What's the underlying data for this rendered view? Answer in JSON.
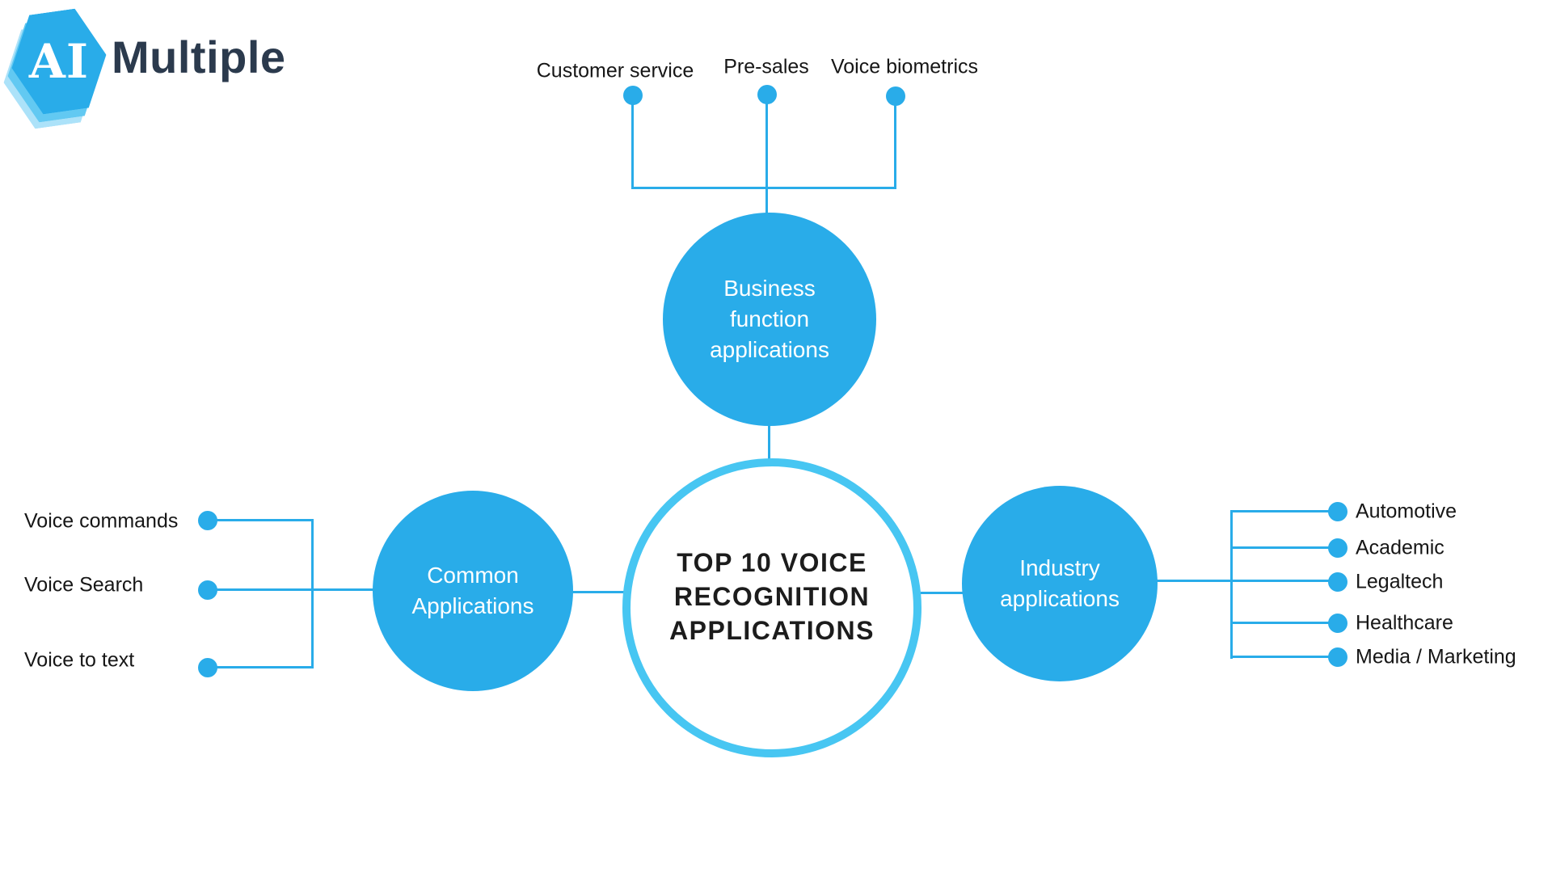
{
  "colors": {
    "primary": "#29ACE9",
    "ring": "#47C6F2",
    "navy": "#2B3A4D",
    "label": "#161616"
  },
  "logo": {
    "ai": "AI",
    "brand": "Multiple"
  },
  "center": {
    "lines": [
      "TOP 10 VOICE",
      "RECOGNITION",
      "APPLICATIONS"
    ]
  },
  "branches": {
    "business": {
      "label": "Business function applications",
      "leaves": [
        "Customer service",
        "Pre-sales",
        "Voice biometrics"
      ]
    },
    "common": {
      "label": "Common Applications",
      "leaves": [
        "Voice commands",
        "Voice Search",
        "Voice to text"
      ]
    },
    "industry": {
      "label": "Industry applications",
      "leaves": [
        "Automotive",
        "Academic",
        "Legaltech",
        "Healthcare",
        "Media / Marketing"
      ]
    }
  }
}
